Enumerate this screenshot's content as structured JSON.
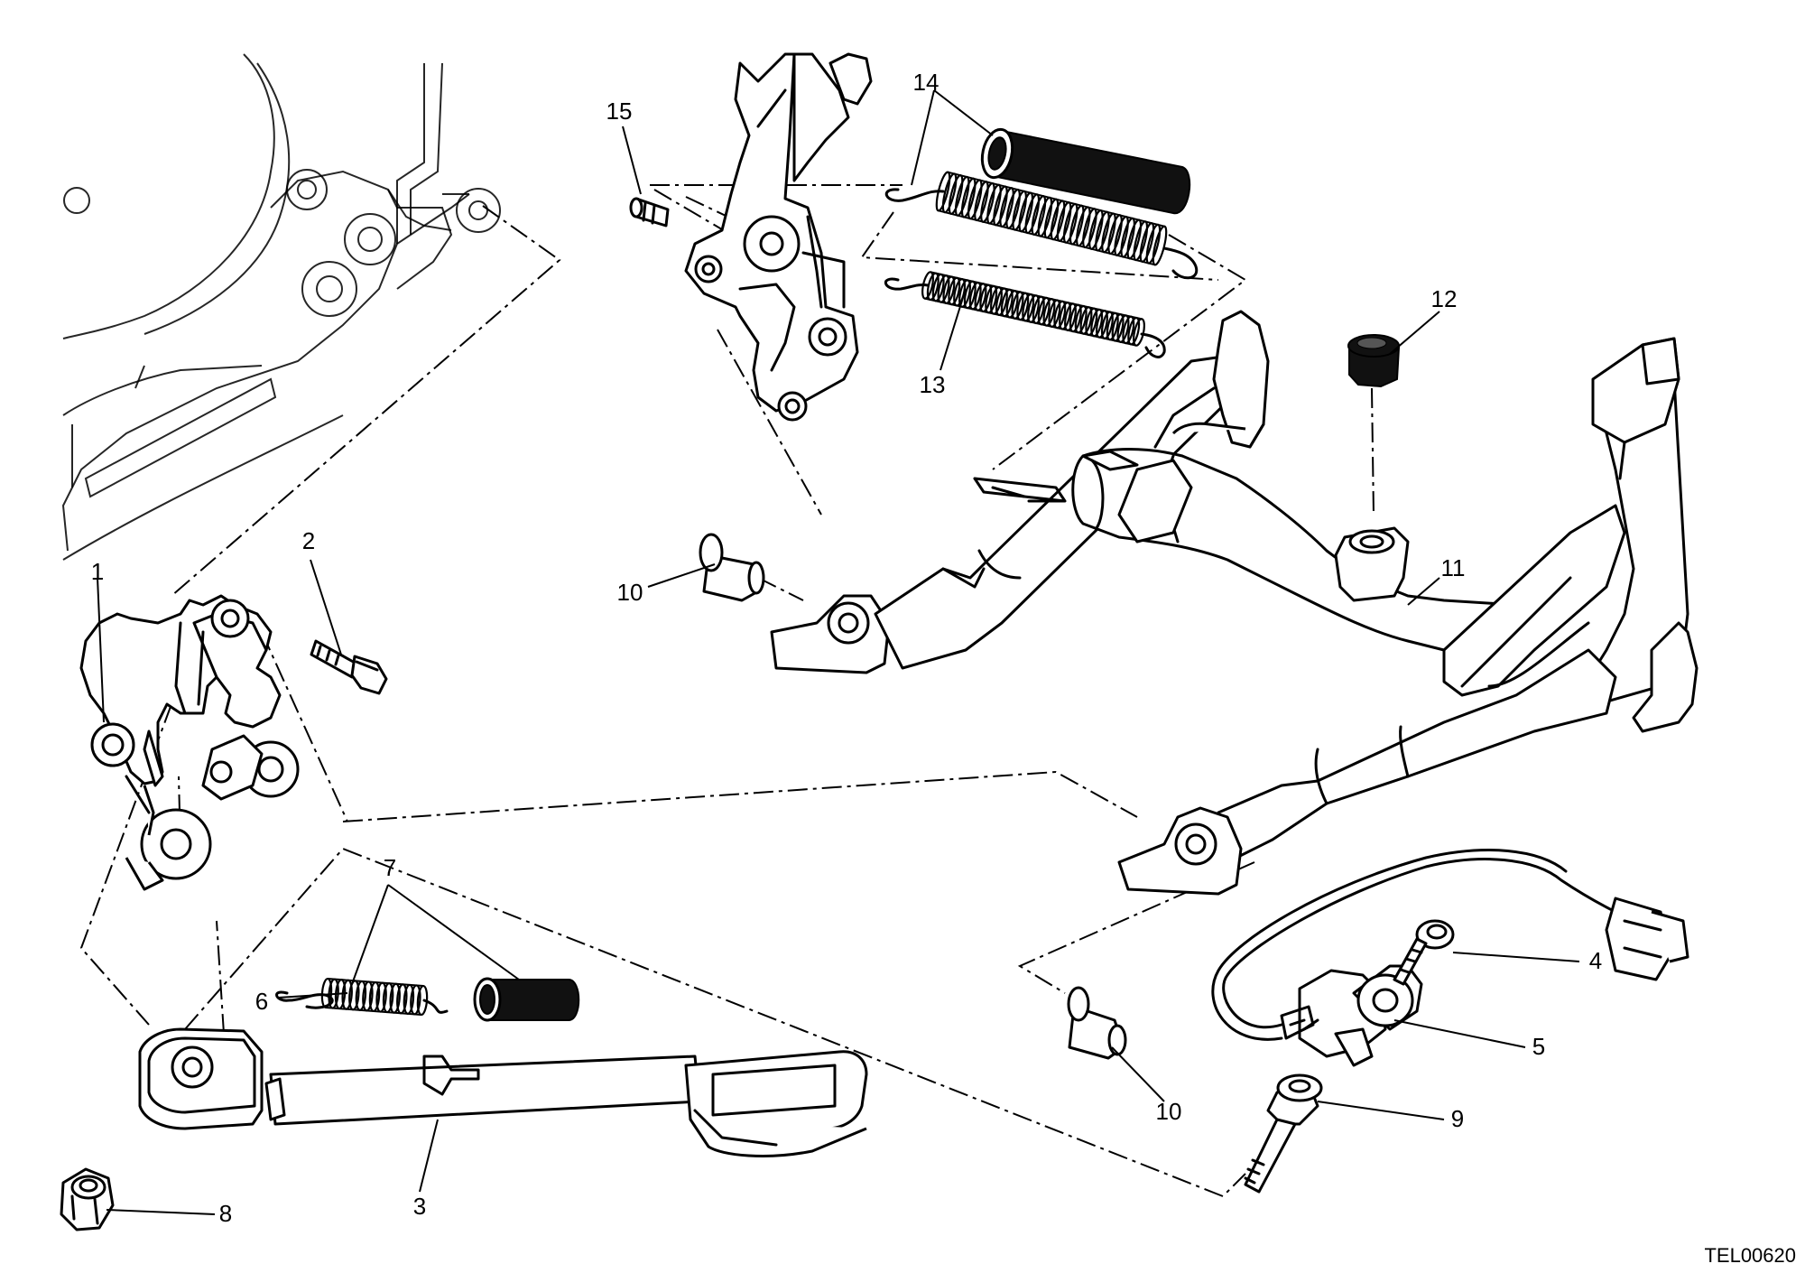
{
  "diagram": {
    "drawing_code": "TEL00620",
    "callouts": [
      {
        "id": "c1",
        "text": "1"
      },
      {
        "id": "c2",
        "text": "2"
      },
      {
        "id": "c3",
        "text": "3"
      },
      {
        "id": "c4",
        "text": "4"
      },
      {
        "id": "c5",
        "text": "5"
      },
      {
        "id": "c6",
        "text": "6"
      },
      {
        "id": "c7",
        "text": "7"
      },
      {
        "id": "c8",
        "text": "8"
      },
      {
        "id": "c9",
        "text": "9"
      },
      {
        "id": "c10a",
        "text": "10"
      },
      {
        "id": "c10b",
        "text": "10"
      },
      {
        "id": "c11",
        "text": "11"
      },
      {
        "id": "c12",
        "text": "12"
      },
      {
        "id": "c13",
        "text": "13"
      },
      {
        "id": "c14",
        "text": "14"
      },
      {
        "id": "c15",
        "text": "15"
      }
    ]
  }
}
